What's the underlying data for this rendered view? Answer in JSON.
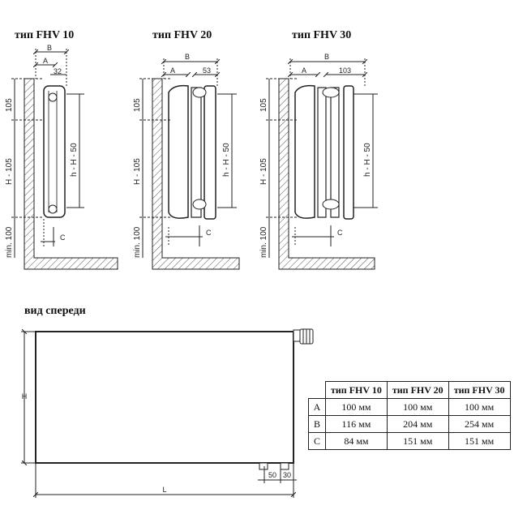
{
  "titles": {
    "fhv10": "тип FHV 10",
    "fhv20": "тип FHV 20",
    "fhv30": "тип FHV 30",
    "front": "вид спереди"
  },
  "dims": {
    "a": "A",
    "b": "B",
    "c": "C",
    "fhv10_depth": "32",
    "fhv20_depth": "53",
    "fhv30_depth": "103",
    "top": "105",
    "mid": "H - 105",
    "bottom": "min. 100",
    "hh": "h - H - 50",
    "h": "H",
    "l": "L",
    "d50": "50",
    "d30": "30"
  },
  "table": {
    "headers": [
      "",
      "тип FHV 10",
      "тип FHV 20",
      "тип FHV 30"
    ],
    "rows": [
      [
        "A",
        "100 мм",
        "100 мм",
        "100 мм"
      ],
      [
        "B",
        "116 мм",
        "204 мм",
        "254 мм"
      ],
      [
        "C",
        "84 мм",
        "151 мм",
        "151 мм"
      ]
    ]
  }
}
